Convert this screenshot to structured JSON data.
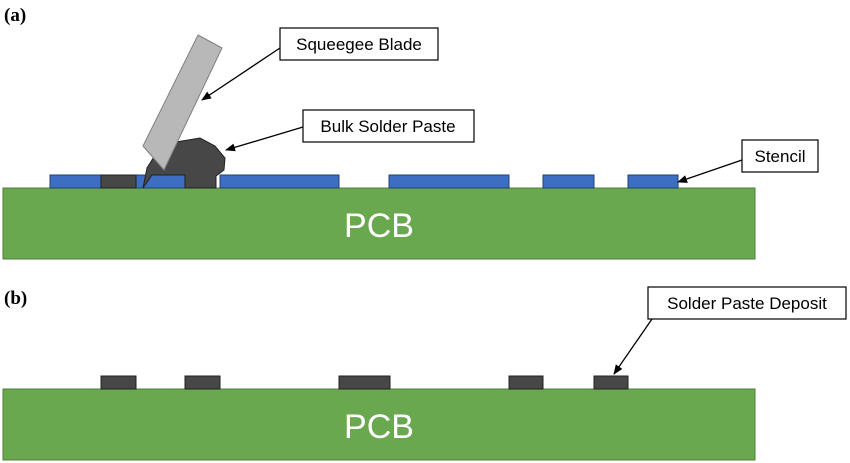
{
  "colors": {
    "pcb": "#6aa84f",
    "pcb_edge": "#4f7f3a",
    "stencil": "#3c6fc4",
    "stencil_edge": "#253f6e",
    "paste": "#474747",
    "paste_edge": "#222222",
    "blade": "#b8b8b8",
    "blade_edge": "#7f7f7f",
    "pcb_text": "#ffffff"
  },
  "panel_a": {
    "label": "(a)",
    "pcb_label": "PCB",
    "callouts": {
      "squeegee": "Squeegee Blade",
      "bulk_paste": "Bulk Solder Paste",
      "stencil": "Stencil"
    }
  },
  "panel_b": {
    "label": "(b)",
    "pcb_label": "PCB",
    "callouts": {
      "deposit": "Solder Paste Deposit"
    }
  }
}
